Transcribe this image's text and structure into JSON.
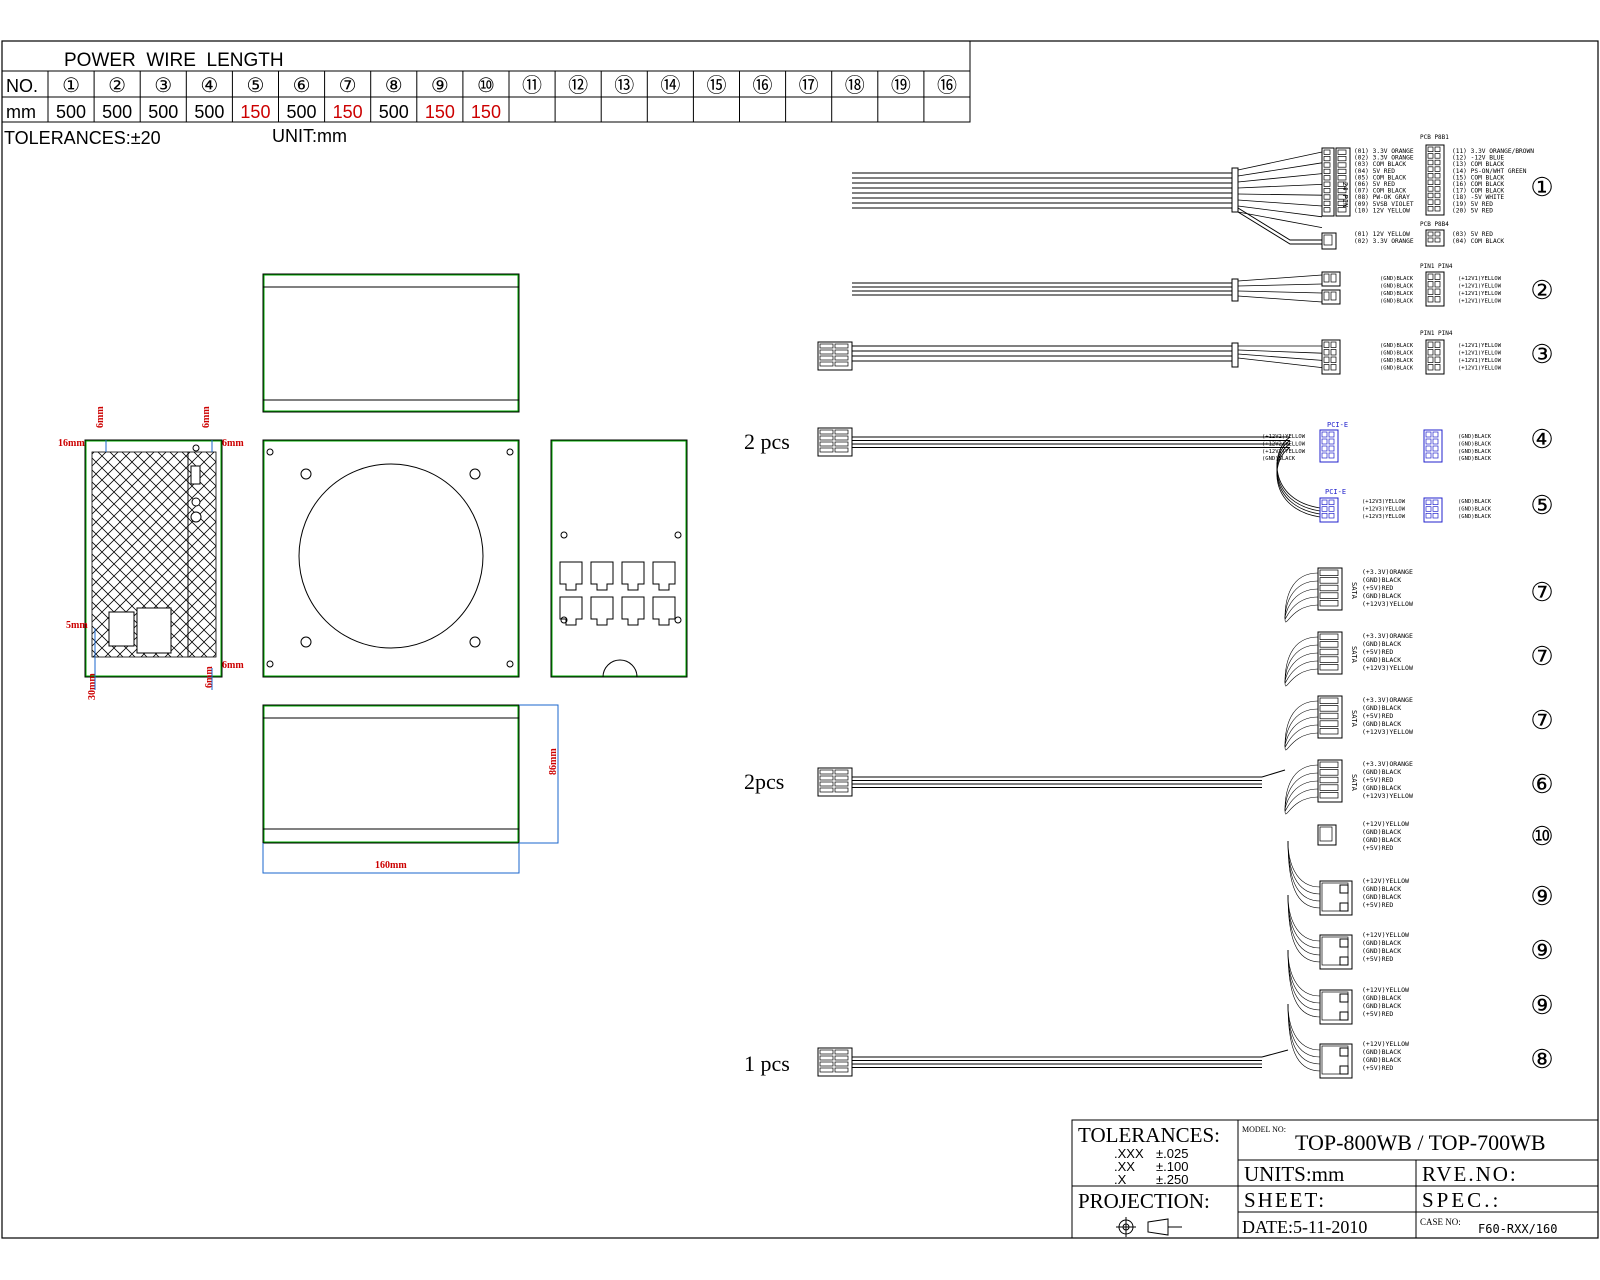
{
  "wire_table": {
    "title": "POWER  WIRE  LENGTH",
    "no_label": "NO.",
    "unit_label": "mm",
    "numbers": [
      "①",
      "②",
      "③",
      "④",
      "⑤",
      "⑥",
      "⑦",
      "⑧",
      "⑨",
      "⑩",
      "⑪",
      "⑫",
      "⑬",
      "⑭",
      "⑮",
      "⑯",
      "⑰",
      "⑱",
      "⑲",
      "⑯"
    ],
    "lengths": [
      "500",
      "500",
      "500",
      "500",
      "150",
      "500",
      "150",
      "500",
      "150",
      "150",
      "",
      "",
      "",
      "",
      "",
      "",
      "",
      "",
      "",
      ""
    ],
    "highlight_color": "#cc0000",
    "tolerances": "TOLERANCES:±20",
    "unit": "UNIT:mm"
  },
  "case_views": {
    "dims": [
      "16mm",
      "6mm",
      "6mm",
      "6mm",
      "5mm",
      "6mm",
      "30mm",
      "6mm",
      "86mm",
      "160mm"
    ],
    "dim_color": "#cc0000",
    "outline_color": "#00aa00",
    "dimline_color": "#1a66cc"
  },
  "cables": {
    "count_labels": [
      "2 pcs",
      "2pcs",
      "1 pcs"
    ],
    "atx_label": "24 PIN",
    "atx_left": [
      "(01) 3.3V ORANGE",
      "(02) 3.3V ORANGE",
      "(03) COM BLACK",
      "(04) 5V RED",
      "(05) COM BLACK",
      "(06) 5V RED",
      "(07) COM BLACK",
      "(08) PW-OK GRAY",
      "(09) 5VSB VIOLET",
      "(10) 12V YELLOW"
    ],
    "atx_right": [
      "(11) 3.3V ORANGE/BROWN",
      "(12) -12V BLUE",
      "(13) COM BLACK",
      "(14) PS-ON/WHT GREEN",
      "(15) COM BLACK",
      "(16) COM BLACK",
      "(17) COM BLACK",
      "(18) -5V WHITE",
      "(19) 5V RED",
      "(20) 5V RED"
    ],
    "atx_header": [
      "PCB",
      "P8B1"
    ],
    "aux_header": [
      "PCB",
      "P8B4"
    ],
    "aux_left": [
      "(01) 12V YELLOW",
      "(02) 3.3V ORANGE"
    ],
    "aux_right": [
      "(03) 5V RED",
      "(04) COM BLACK"
    ],
    "pin_header": [
      "PIN1",
      "PIN4"
    ],
    "eps_left": [
      "(GND)BLACK",
      "(GND)BLACK",
      "(GND)BLACK",
      "(GND)BLACK"
    ],
    "eps_right": [
      "(+12V1)YELLOW",
      "(+12V1)YELLOW",
      "(+12V1)YELLOW",
      "(+12V1)YELLOW"
    ],
    "pcie_label": "PCI-E",
    "pcie8_left": [
      "(+12V2)YELLOW",
      "(+12V2)YELLOW",
      "(+12V2)YELLOW",
      "(GND)BLACK"
    ],
    "pcie8_right": [
      "(GND)BLACK",
      "(GND)BLACK",
      "(GND)BLACK",
      "(GND)BLACK"
    ],
    "pcie6_left": [
      "(+12V3)YELLOW",
      "(+12V3)YELLOW",
      "(+12V3)YELLOW"
    ],
    "pcie6_right": [
      "(GND)BLACK",
      "(GND)BLACK",
      "(GND)BLACK"
    ],
    "sata_label": "SATA",
    "sata_wires": [
      "(+3.3V)ORANGE",
      "(GND)BLACK",
      "(+5V)RED",
      "(GND)BLACK",
      "(+12V3)YELLOW"
    ],
    "molex_wires": [
      "(+12V)YELLOW",
      "(GND)BLACK",
      "(GND)BLACK",
      "(+5V)RED"
    ],
    "connector_color": "#2222cc",
    "ids": [
      "①",
      "②",
      "③",
      "④",
      "⑤",
      "⑦",
      "⑦",
      "⑦",
      "⑥",
      "⑩",
      "⑨",
      "⑨",
      "⑨",
      "⑧"
    ]
  },
  "title_block": {
    "tolerances_title": "TOLERANCES:",
    "tol_rows": [
      [
        ".XXX",
        "±.025"
      ],
      [
        ".XX",
        "±.100"
      ],
      [
        ".X",
        "±.250"
      ]
    ],
    "projection": "PROJECTION:",
    "model_no_label": "MODEL NO:",
    "model_no": "TOP-800WB / TOP-700WB",
    "units": "UNITS:mm",
    "rve_no": "RVE.NO:",
    "sheet": "SHEET:",
    "spec": "SPEC.:",
    "date": "DATE:5-11-2010",
    "case_no_label": "CASE NO:",
    "case_no": "F60-RXX/160"
  }
}
